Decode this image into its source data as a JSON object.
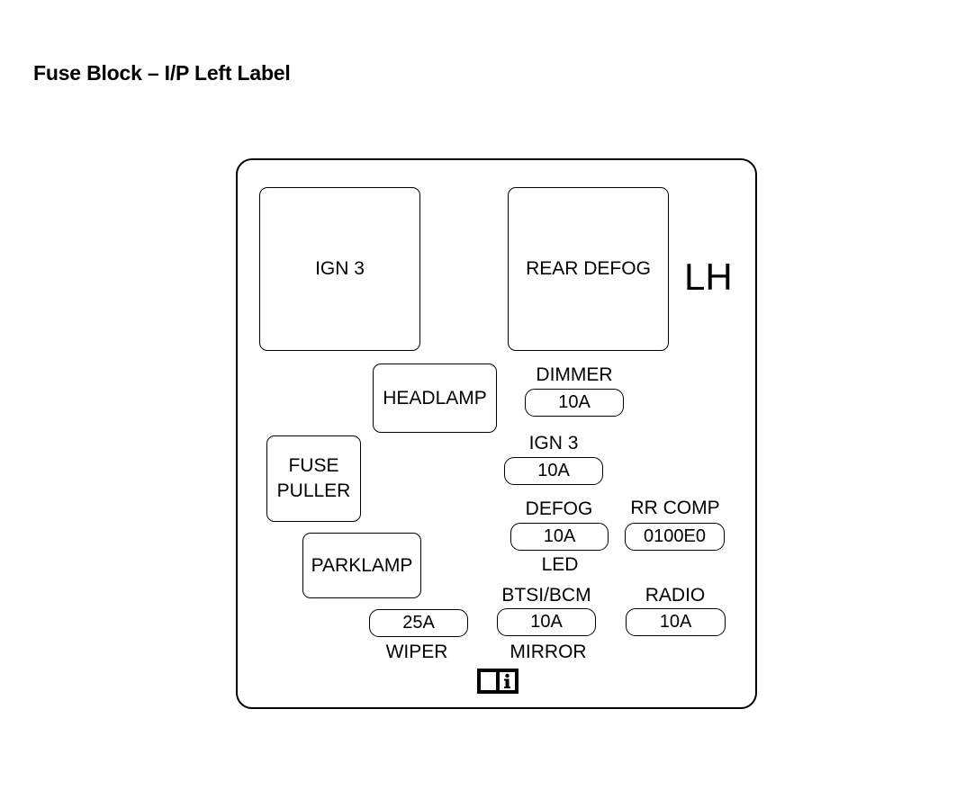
{
  "title": "Fuse Block – I/P Left Label",
  "side_marker": "LH",
  "relays": {
    "ign3": "IGN 3",
    "rear_defog": "REAR DEFOG",
    "headlamp": "HEADLAMP",
    "fuse_puller_line1": "FUSE",
    "fuse_puller_line2": "PULLER",
    "parklamp": "PARKLAMP"
  },
  "fuses": {
    "dimmer": {
      "label": "DIMMER",
      "rating": "10A"
    },
    "ign3": {
      "label": "IGN 3",
      "rating": "10A"
    },
    "defog": {
      "label": "DEFOG",
      "rating": "10A",
      "sub_label": "LED"
    },
    "rr_comp": {
      "label": "RR COMP",
      "rating": "0100E0"
    },
    "btsi_bcm": {
      "label": "BTSI/BCM",
      "rating": "10A",
      "sub_label": "MIRROR"
    },
    "radio": {
      "label": "RADIO",
      "rating": "10A"
    },
    "wiper": {
      "label": "WIPER",
      "rating": "25A"
    }
  },
  "icons": {
    "manual": "owner-manual-info-icon"
  }
}
